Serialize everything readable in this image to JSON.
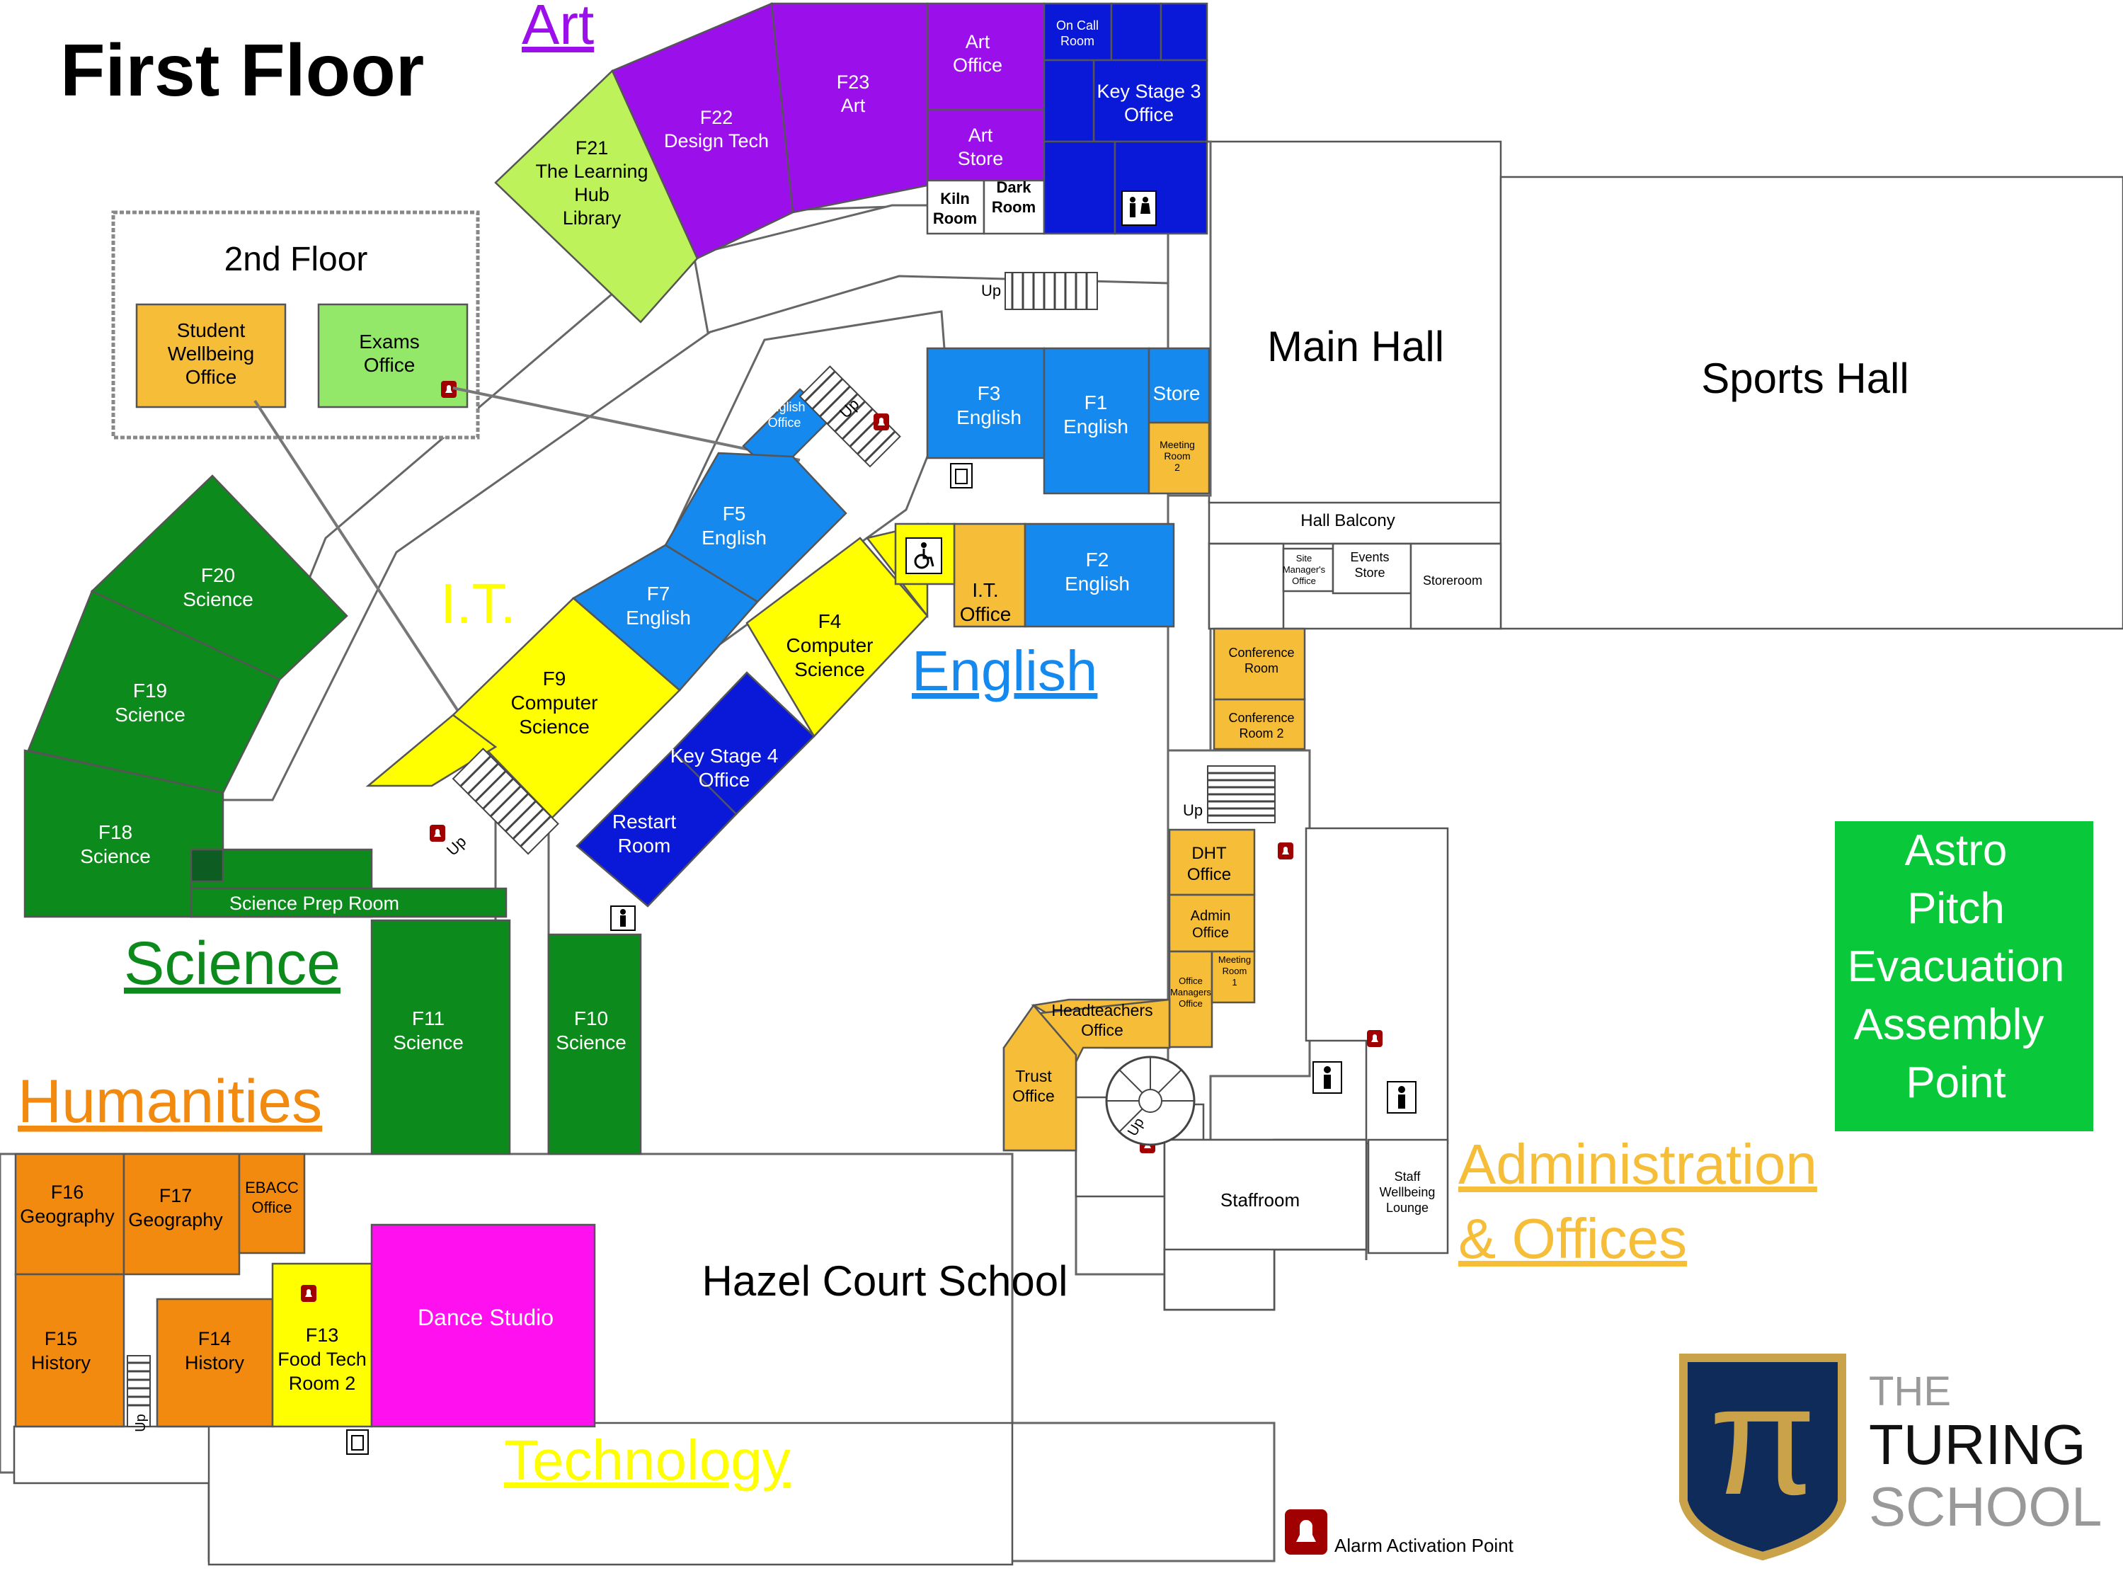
{
  "title": "First Floor",
  "colors": {
    "art": "#9b10ea",
    "ks3": "#0a18d8",
    "english": "#1689ee",
    "it_yellow": "#ffff00",
    "science": "#0c8a1c",
    "library": "#bdf25a",
    "admin": "#f5bd38",
    "humanities": "#f28a10",
    "dance": "#ff10ee",
    "astro": "#09c83a"
  },
  "departments": {
    "art": "Art",
    "it": "I.T.",
    "english": "English",
    "science": "Science",
    "humanities": "Humanities",
    "technology": "Technology",
    "admin_line1": "Administration",
    "admin_line2": "& Offices"
  },
  "second_floor": {
    "title": "2nd Floor",
    "wellbeing": [
      "Student",
      "Wellbeing",
      "Office"
    ],
    "exams": [
      "Exams",
      "Office"
    ]
  },
  "rooms": {
    "art_office": [
      "Art",
      "Office"
    ],
    "on_call": [
      "On Call",
      "Room"
    ],
    "ks3": [
      "Key Stage 3",
      "Office"
    ],
    "f23": [
      "F23",
      "Art"
    ],
    "f22": [
      "F22",
      "Design Tech"
    ],
    "f21": [
      "F21",
      "The Learning",
      "Hub",
      "Library"
    ],
    "art_store": [
      "Art",
      "Store"
    ],
    "kiln": [
      "Kiln",
      "Room"
    ],
    "dark": [
      "Dark",
      "Room"
    ],
    "f3": [
      "F3",
      "English"
    ],
    "f1": [
      "F1",
      "English"
    ],
    "store": "Store",
    "meeting2": [
      "Meeting",
      "Room",
      "2"
    ],
    "english_office": [
      "English",
      "Office"
    ],
    "f5": [
      "F5",
      "English"
    ],
    "f7": [
      "F7",
      "English"
    ],
    "f2": [
      "F2",
      "English"
    ],
    "it_office": [
      "I.T.",
      "Office"
    ],
    "f4": [
      "F4",
      "Computer",
      "Science"
    ],
    "f9": [
      "F9",
      "Computer",
      "Science"
    ],
    "ks4": [
      "Key Stage 4",
      "Office"
    ],
    "restart": [
      "Restart",
      "Room"
    ],
    "f20": [
      "F20",
      "Science"
    ],
    "f19": [
      "F19",
      "Science"
    ],
    "f18": [
      "F18",
      "Science"
    ],
    "prep": "Science Prep Room",
    "f11": [
      "F11",
      "Science"
    ],
    "f10": [
      "F10",
      "Science"
    ],
    "main_hall": "Main Hall",
    "sports_hall": "Sports Hall",
    "hall_balcony": "Hall Balcony",
    "site_manager": [
      "Site",
      "Manager's",
      "Office"
    ],
    "events": [
      "Events",
      "Store"
    ],
    "storeroom": "Storeroom",
    "conf1": [
      "Conference",
      "Room"
    ],
    "conf2": [
      "Conference",
      "Room 2"
    ],
    "dht": [
      "DHT",
      "Office"
    ],
    "admin_office": [
      "Admin",
      "Office"
    ],
    "office_managers": [
      "Office",
      "Managers",
      "Office"
    ],
    "meeting1": [
      "Meeting",
      "Room",
      "1"
    ],
    "headteachers": [
      "Headteachers",
      "Office"
    ],
    "trust": [
      "Trust",
      "Office"
    ],
    "staffroom": "Staffroom",
    "staff_wellbeing": [
      "Staff",
      "Wellbeing",
      "Lounge"
    ],
    "f16": [
      "F16",
      "Geography"
    ],
    "f17": [
      "F17",
      "Geography"
    ],
    "ebacc": [
      "EBACC",
      "Office"
    ],
    "f15": [
      "F15",
      "History"
    ],
    "f14": [
      "F14",
      "History"
    ],
    "f13": [
      "F13",
      "Food Tech",
      "Room 2"
    ],
    "dance": "Dance Studio",
    "hazel": "Hazel Court School"
  },
  "stairs_label": "Up",
  "astro": [
    "Astro",
    "Pitch",
    "Evacuation",
    "Assembly",
    "Point"
  ],
  "legend_alarm": "Alarm Activation Point",
  "logo": {
    "line1": "THE",
    "line2": "TURING",
    "line3": "SCHOOL",
    "symbol": "π",
    "shield_color": "#0e2b5a",
    "gold": "#c9a24a"
  },
  "icons": [
    "toilet-icon",
    "accessible-icon",
    "lift-icon",
    "alarm-icon",
    "stairs-icon",
    "spiral-stairs-icon"
  ]
}
